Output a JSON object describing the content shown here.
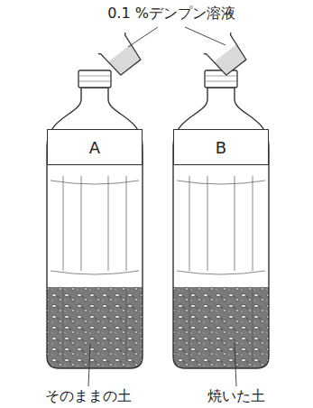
{
  "diagram": {
    "nodes": [
      {
        "text": [
          "A"
        ]
      },
      {
        "text": [
          "B"
        ]
      }
    ],
    "labels": [
      "0.1 %デンプン溶液",
      "そのままの土",
      "焼いた土"
    ]
  }
}
